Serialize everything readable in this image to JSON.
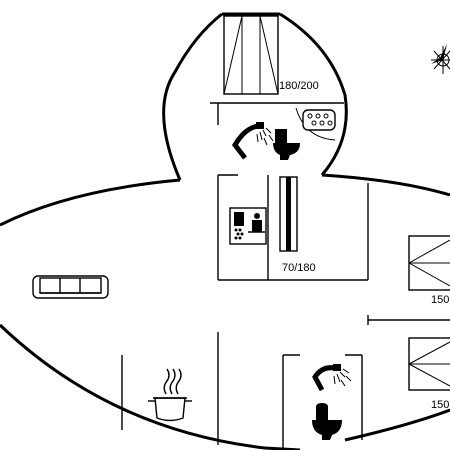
{
  "floorplan": {
    "labels": {
      "top_bed": "180/200",
      "middle_bed": "70/180",
      "right_bed_top": "150",
      "right_bed_bottom": "150"
    },
    "icons": [
      "compass-icon",
      "sofa-icon",
      "cooking-pot-icon",
      "shower-icon",
      "toilet-icon",
      "jacuzzi-icon",
      "sauna-icon",
      "bed-icon"
    ],
    "colors": {
      "line": "#000000",
      "background": "#ffffff"
    }
  }
}
